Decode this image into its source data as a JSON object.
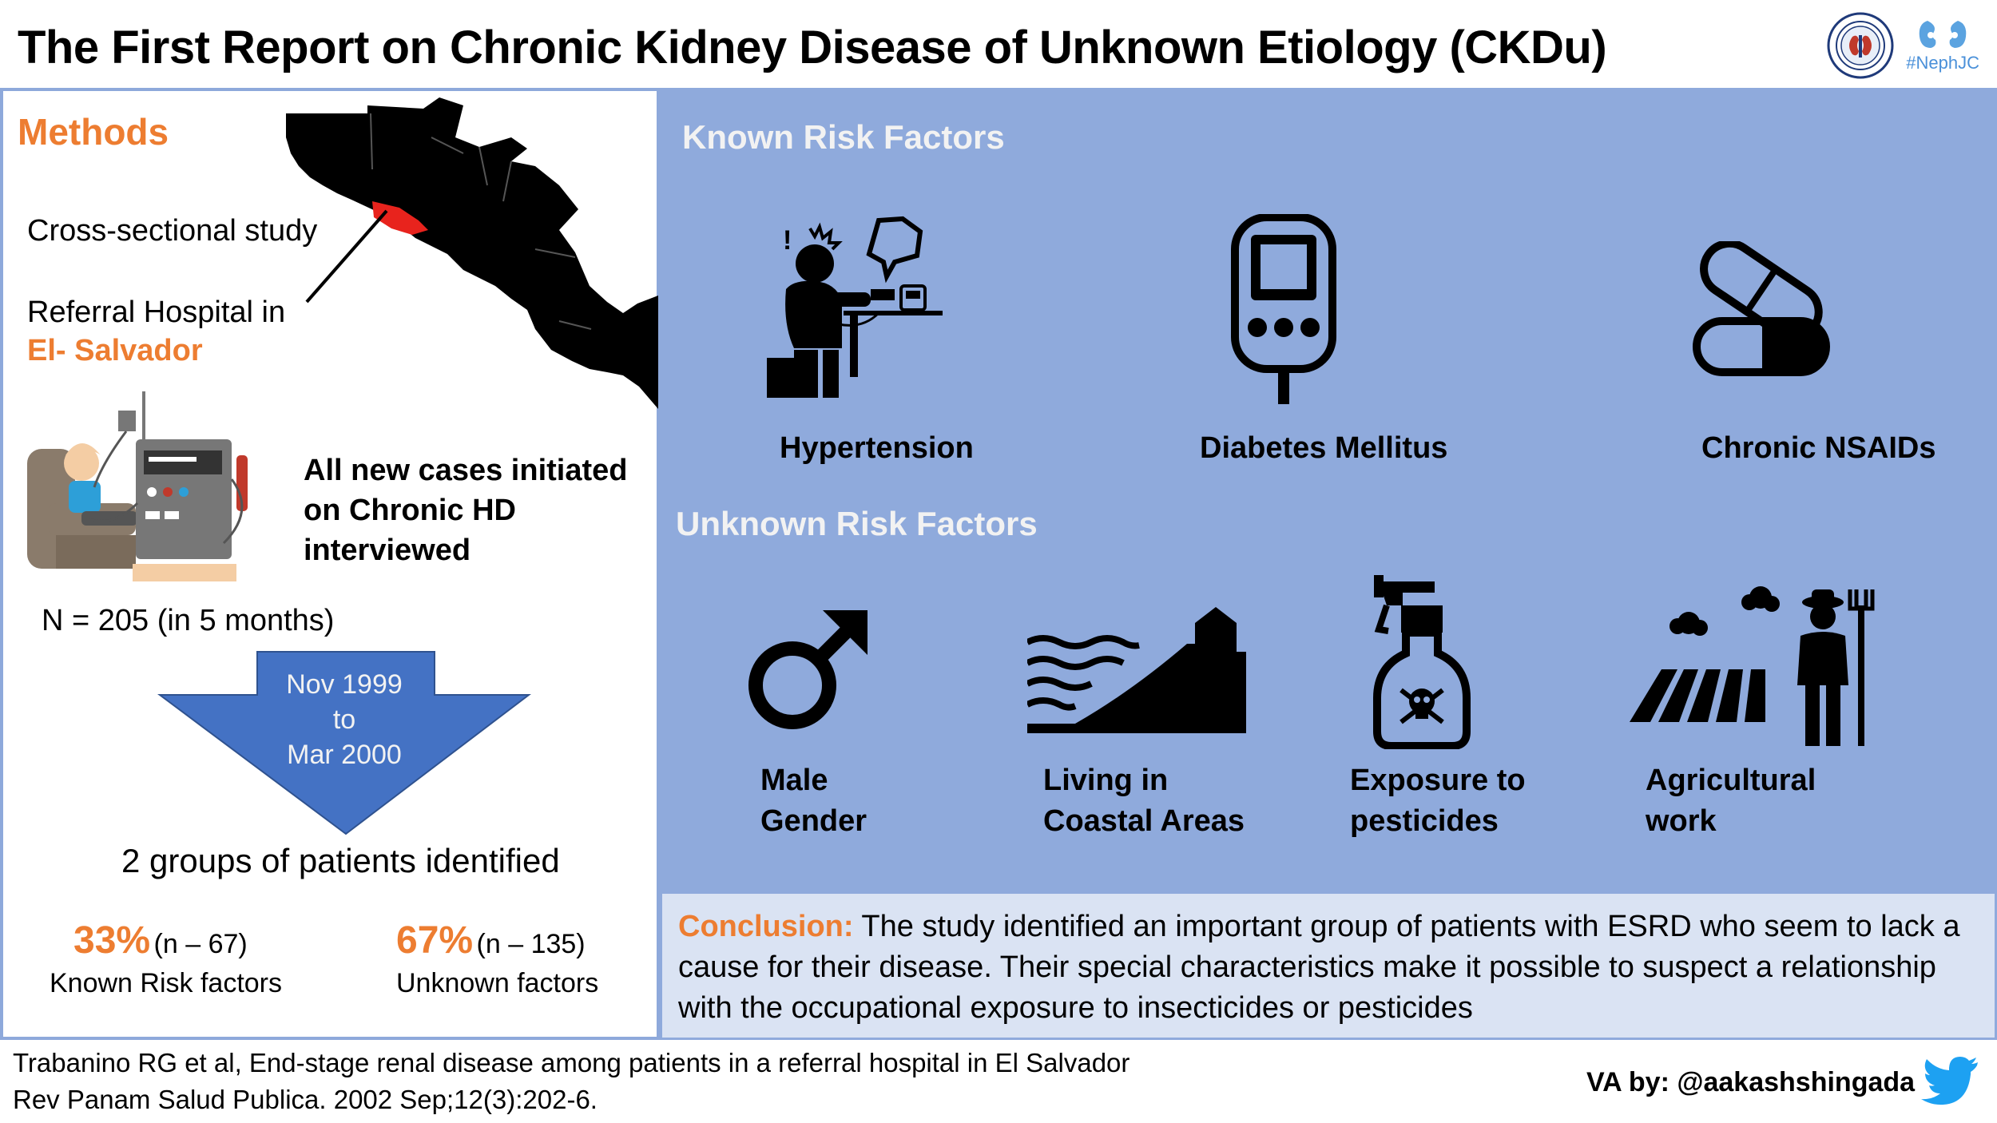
{
  "title": "The First Report on Chronic Kidney Disease of Unknown Etiology (CKDu)",
  "logos": {
    "hashtag": "#NephJC",
    "seal_icon": "nephrology-society-seal",
    "kidney_icon": "kidney-icon"
  },
  "methods": {
    "heading": "Methods",
    "study_type": "Cross-sectional study",
    "hospital_line1": "Referral Hospital in",
    "hospital_line2": "El- Salvador",
    "cases_line1": "All new cases initiated",
    "cases_line2": "on Chronic HD",
    "cases_line3": "interviewed",
    "n_text": "N = 205 (in 5 months)",
    "period_from": "Nov 1999",
    "period_to_word": "to",
    "period_to": "Mar 2000",
    "groups_text": "2 groups of patients identified",
    "group1": {
      "percent": "33%",
      "n": "(n – 67)",
      "label": "Known Risk factors"
    },
    "group2": {
      "percent": "67%",
      "n": "(n – 135)",
      "label": "Unknown factors"
    }
  },
  "known": {
    "heading": "Known Risk Factors",
    "items": [
      {
        "label": "Hypertension",
        "icon": "blood-pressure-icon"
      },
      {
        "label": "Diabetes Mellitus",
        "icon": "glucometer-icon"
      },
      {
        "label": "Chronic NSAIDs",
        "icon": "pills-icon"
      }
    ]
  },
  "unknown": {
    "heading": "Unknown Risk Factors",
    "items": [
      {
        "line1": "Male",
        "line2": "Gender",
        "icon": "male-symbol-icon"
      },
      {
        "line1": "Living in",
        "line2": "Coastal Areas",
        "icon": "coast-icon"
      },
      {
        "line1": "Exposure to",
        "line2": "pesticides",
        "icon": "pesticide-spray-icon"
      },
      {
        "line1": "Agricultural",
        "line2": "work",
        "icon": "farmer-icon"
      }
    ]
  },
  "conclusion": {
    "label": "Conclusion:",
    "text": " The study identified an important group of patients with ESRD who seem to lack a cause for their disease. Their special characteristics make it possible to suspect a relationship with the occupational exposure to insecticides or pesticides"
  },
  "footer": {
    "ref_line1": "Trabanino RG et al, End-stage renal disease among patients in a referral hospital in El Salvador",
    "ref_line2": "Rev Panam Salud Publica. 2002 Sep;12(3):202-6.",
    "va": "VA by:  @aakashshingada"
  },
  "colors": {
    "orange": "#ed7d31",
    "panel_blue": "#8faadc",
    "conclusion_bg": "#dae3f3",
    "arrow_blue": "#4472c4",
    "highlight_red": "#e8231d"
  }
}
